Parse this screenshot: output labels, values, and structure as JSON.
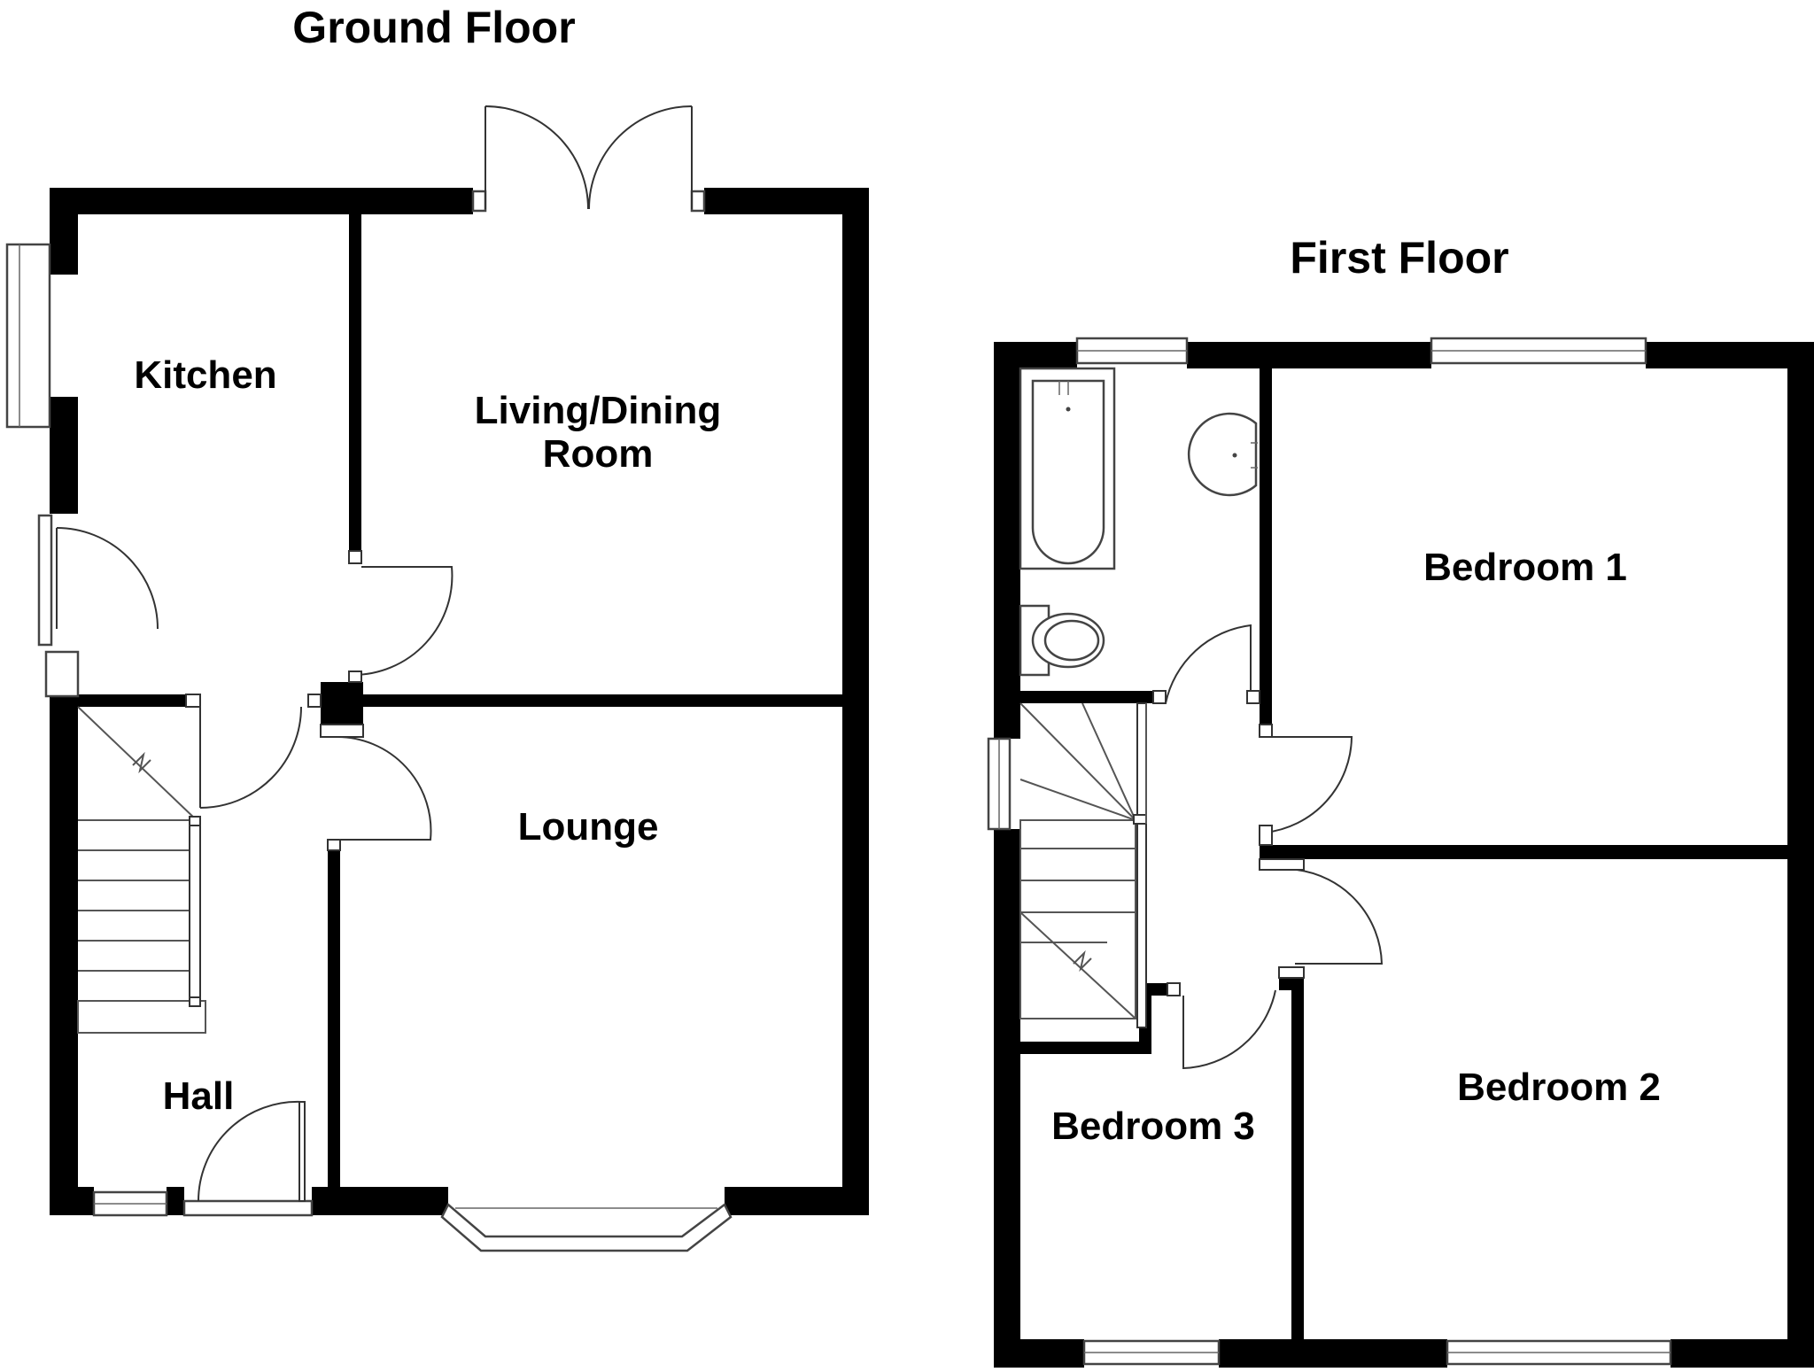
{
  "headings": {
    "ground_floor": "Ground Floor",
    "first_floor": "First Floor"
  },
  "rooms": {
    "kitchen": "Kitchen",
    "living_dining_line1": "Living/Dining",
    "living_dining_line2": "Room",
    "lounge": "Lounge",
    "hall": "Hall",
    "bedroom1": "Bedroom 1",
    "bedroom2": "Bedroom 2",
    "bedroom3": "Bedroom 3"
  }
}
